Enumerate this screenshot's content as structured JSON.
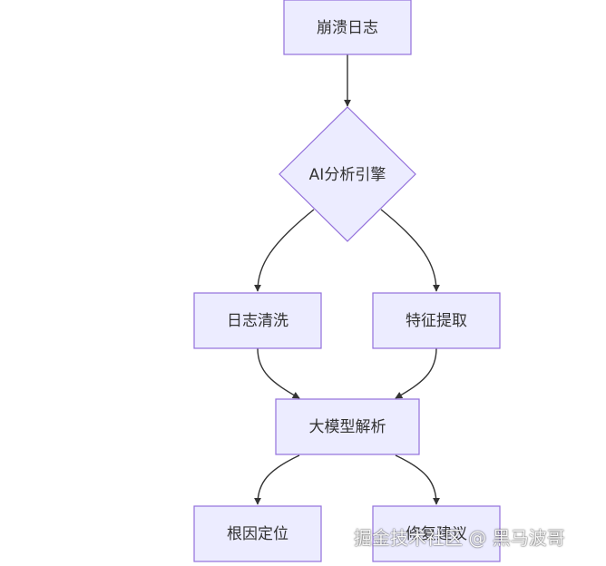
{
  "diagram": {
    "nodes": {
      "crash_log": "崩溃日志",
      "ai_engine": "AI分析引擎",
      "log_cleaning": "日志清洗",
      "feature_extraction": "特征提取",
      "llm_parsing": "大模型解析",
      "root_cause": "根因定位",
      "fix_suggestion": "修复建议"
    },
    "colors": {
      "node_fill": "#ECECFF",
      "node_border": "#9370DB",
      "edge": "#333333",
      "text": "#333333"
    }
  },
  "watermark": {
    "text": "掘金技术社区 @ 黑马波哥"
  }
}
